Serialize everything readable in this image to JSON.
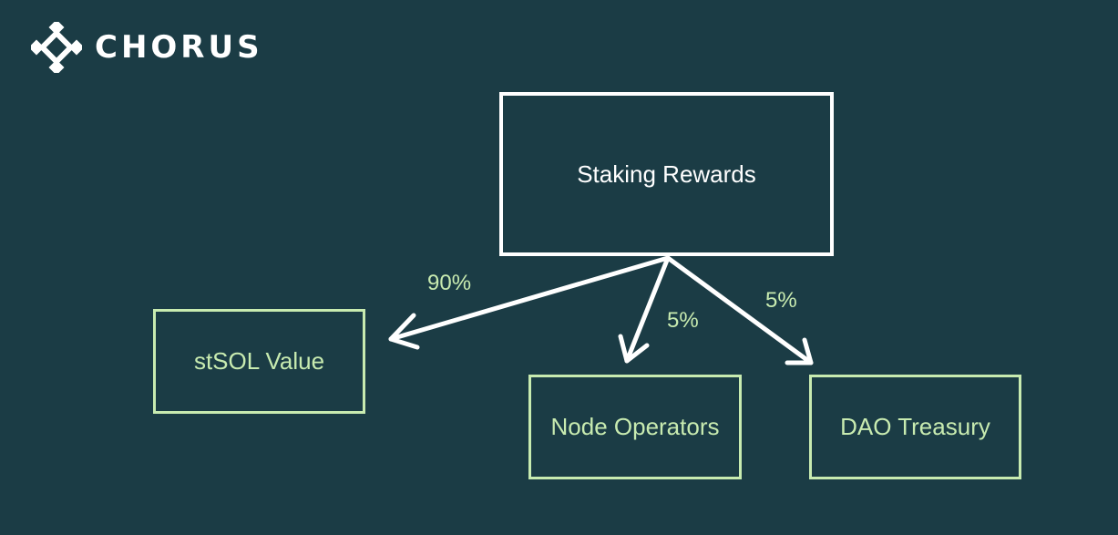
{
  "brand": {
    "name": "CHORUS",
    "logo_icon": "chorus-diamond-logo-icon"
  },
  "colors": {
    "background": "#1b3c45",
    "primary_box": "#ffffff",
    "accent_green": "#c8ebb0",
    "arrow": "#ffffff"
  },
  "diagram": {
    "source": {
      "label": "Staking Rewards"
    },
    "targets": [
      {
        "label": "stSOL Value",
        "share": "90%"
      },
      {
        "label": "Node Operators",
        "share": "5%"
      },
      {
        "label": "DAO Treasury",
        "share": "5%"
      }
    ]
  }
}
